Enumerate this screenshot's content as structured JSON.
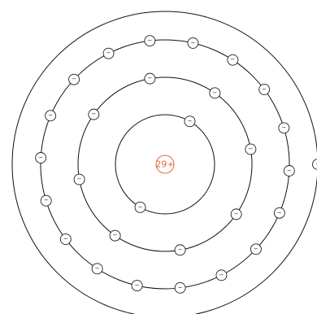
{
  "nucleus": {
    "label": "29+",
    "color": "#e06a3a"
  },
  "electron": {
    "symbol": "−"
  },
  "shells": [
    {
      "name": "shell-1",
      "electrons": 2
    },
    {
      "name": "shell-2",
      "electrons": 8
    },
    {
      "name": "shell-3",
      "electrons": 18
    },
    {
      "name": "shell-4",
      "electrons": 1
    }
  ],
  "colors": {
    "shell_stroke": "#111111",
    "electron_stroke": "#222222"
  }
}
